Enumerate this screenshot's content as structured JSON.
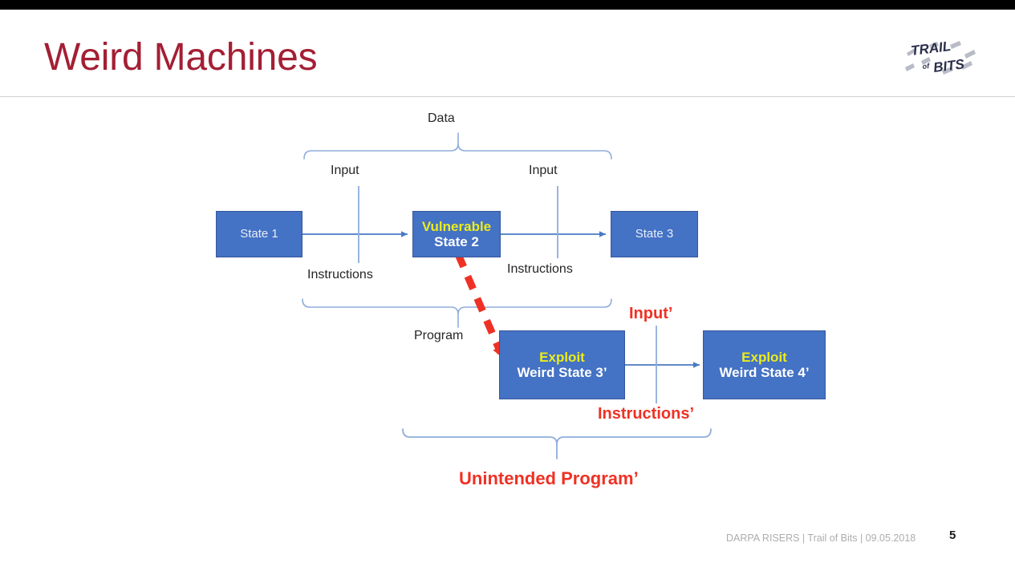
{
  "slide": {
    "title": "Weird Machines",
    "title_color": "#A31F34",
    "background": "#ffffff",
    "page_number": "5",
    "footer": "DARPA RISERS | Trail of Bits |  09.05.2018"
  },
  "logo": {
    "name": "trail-of-bits-logo",
    "line1": "TRAIL",
    "line2": "of",
    "line3": "BITS",
    "color": "#2b2f4a",
    "slash_color": "#b9bcc6"
  },
  "diagram": {
    "node_fill": "#4472C4",
    "node_border": "#35579c",
    "highlight_color": "#ECEC1B",
    "connector_color": "#5a86d0",
    "exploit_color": "#EE3124",
    "nodes": [
      {
        "id": "state1",
        "line1": "",
        "line2": "State 1"
      },
      {
        "id": "state2",
        "line1": "Vulnerable",
        "line2": "State 2"
      },
      {
        "id": "state3",
        "line1": "",
        "line2": "State 3"
      },
      {
        "id": "weird3",
        "line1": "Exploit",
        "line2": "Weird State 3’"
      },
      {
        "id": "weird4",
        "line1": "Exploit",
        "line2": "Weird State 4’"
      }
    ],
    "labels": {
      "data": "Data",
      "input_1": "Input",
      "input_2": "Input",
      "instructions_1": "Instructions",
      "instructions_2": "Instructions",
      "program": "Program",
      "input_prime": "Input’",
      "instructions_prime": "Instructions’",
      "unintended_program": "Unintended Program’"
    }
  }
}
